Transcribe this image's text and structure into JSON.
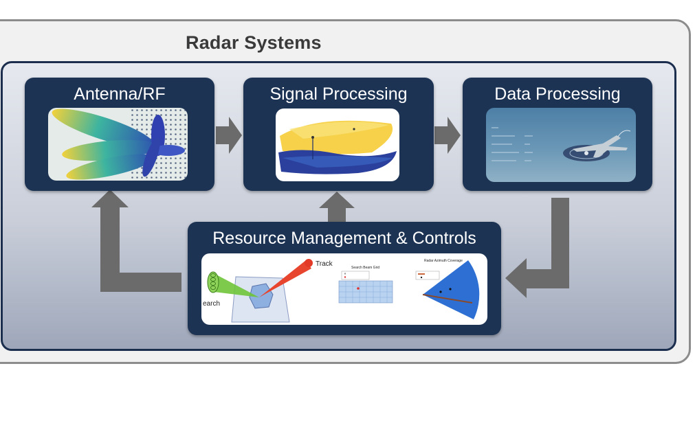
{
  "diagram": {
    "title": "Radar Systems",
    "blocks": {
      "antenna": {
        "title": "Antenna/RF"
      },
      "signal": {
        "title": "Signal Processing"
      },
      "data": {
        "title": "Data Processing"
      },
      "resource": {
        "title": "Resource Management & Controls",
        "labels": {
          "track": "Track",
          "search": "earch",
          "grid_title": "Search Beam Grid",
          "coverage_title": "Radar Azimuth Coverage"
        }
      }
    },
    "colors": {
      "block_fill": "#1d3354",
      "arrow": "#6b6b6b",
      "frame": "#8c8c8c"
    }
  }
}
